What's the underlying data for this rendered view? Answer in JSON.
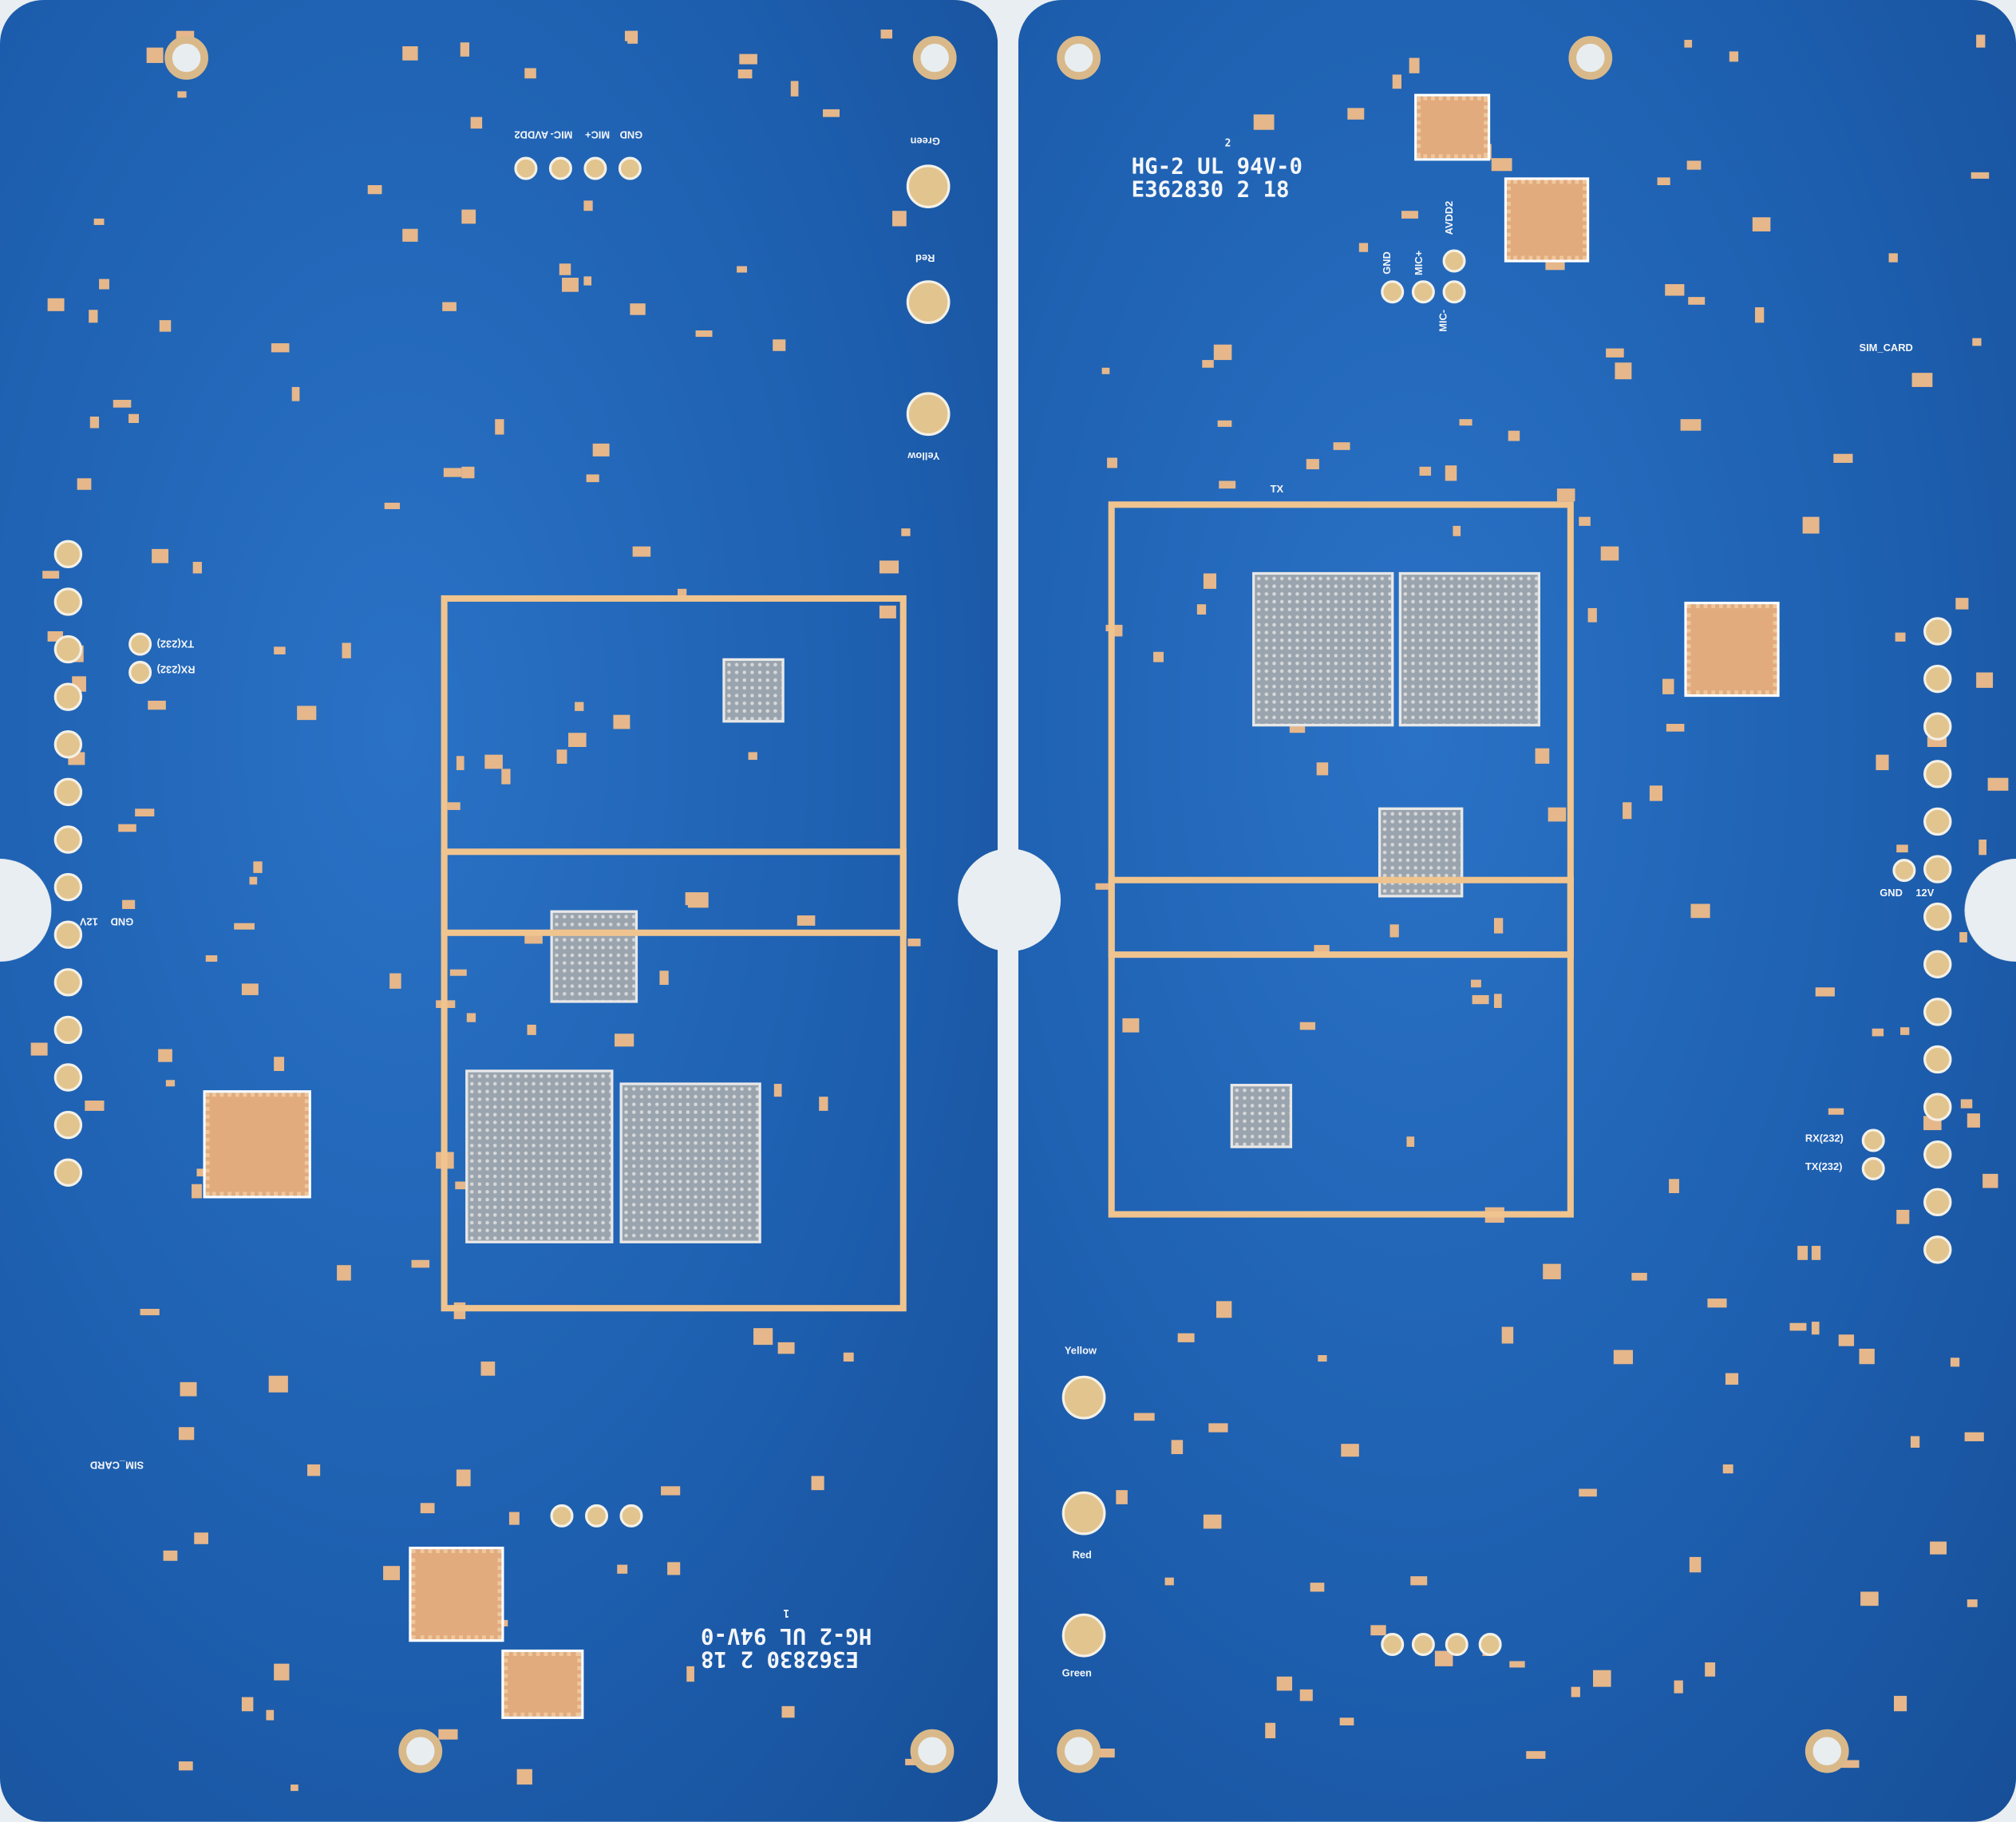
{
  "left_board": {
    "panel_number": "1",
    "marking_line1": "HG-2 UL 94V-0",
    "marking_line2": "E362830 2 18",
    "led_labels": [
      "Green",
      "Red",
      "Yellow"
    ],
    "serial_labels": [
      "RX(232)",
      "TX(232)"
    ],
    "power_labels": [
      "GND",
      "12V"
    ],
    "sim_label": "SIM_CARD",
    "mic_labels": [
      "GND",
      "MIC+",
      "MIC-",
      "AVDD2"
    ]
  },
  "right_board": {
    "panel_number": "2",
    "marking_line1": "HG-2 UL 94V-0",
    "marking_line2": "E362830 2 18",
    "led_labels": [
      "Yellow",
      "Red",
      "Green"
    ],
    "serial_labels": [
      "RX(232)",
      "TX(232)"
    ],
    "power_labels": [
      "GND",
      "12V"
    ],
    "sim_label": "SIM_CARD",
    "mic_labels": [
      "GND",
      "MIC+",
      "MIC-",
      "AVDD2"
    ],
    "tx_label": "TX"
  },
  "colors": {
    "solder_mask": "#1f63b4",
    "copper": "#e2c48e",
    "silkscreen": "#f4f6f8"
  }
}
